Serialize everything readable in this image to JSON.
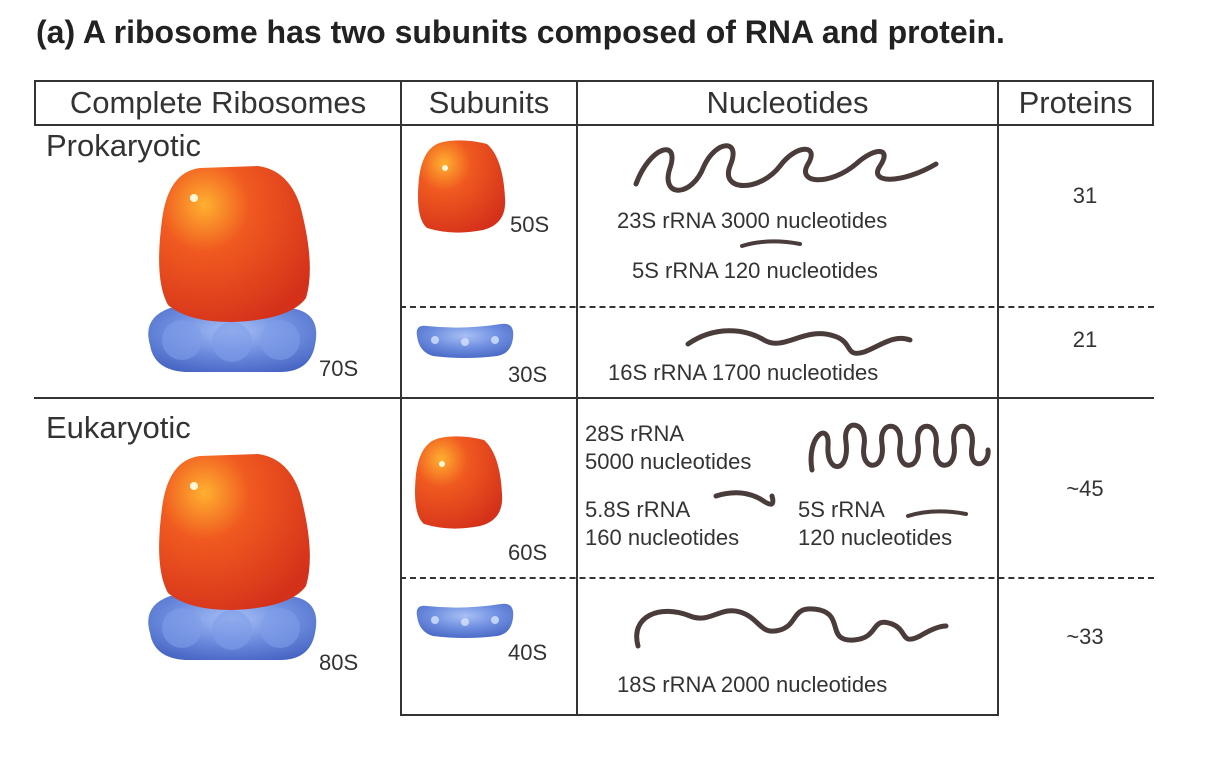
{
  "title": "(a)  A ribosome has two subunits composed of RNA and protein.",
  "headers": {
    "complete": "Complete Ribosomes",
    "subunits": "Subunits",
    "nucleotides": "Nucleotides",
    "proteins": "Proteins"
  },
  "prokaryotic": {
    "label": "Prokaryotic",
    "complete_size": "70S",
    "large_subunit": "50S",
    "small_subunit": "30S",
    "rna_23s": "23S rRNA 3000 nucleotides",
    "rna_5s": "5S rRNA 120 nucleotides",
    "rna_16s": "16S rRNA 1700 nucleotides",
    "proteins_large": "31",
    "proteins_small": "21"
  },
  "eukaryotic": {
    "label": "Eukaryotic",
    "complete_size": "80S",
    "large_subunit": "60S",
    "small_subunit": "40S",
    "rna_28s_line1": "28S rRNA",
    "rna_28s_line2": "5000 nucleotides",
    "rna_58s_line1": "5.8S rRNA",
    "rna_58s_line2": "160 nucleotides",
    "rna_5s_line1": "5S rRNA",
    "rna_5s_line2": "120 nucleotides",
    "rna_18s": "18S rRNA 2000 nucleotides",
    "proteins_large": "~45",
    "proteins_small": "~33"
  },
  "colors": {
    "large_subunit": "#e8401c",
    "small_subunit": "#5b7fd6",
    "rna_strand": "#4a3c3a",
    "lines": "#333333"
  }
}
